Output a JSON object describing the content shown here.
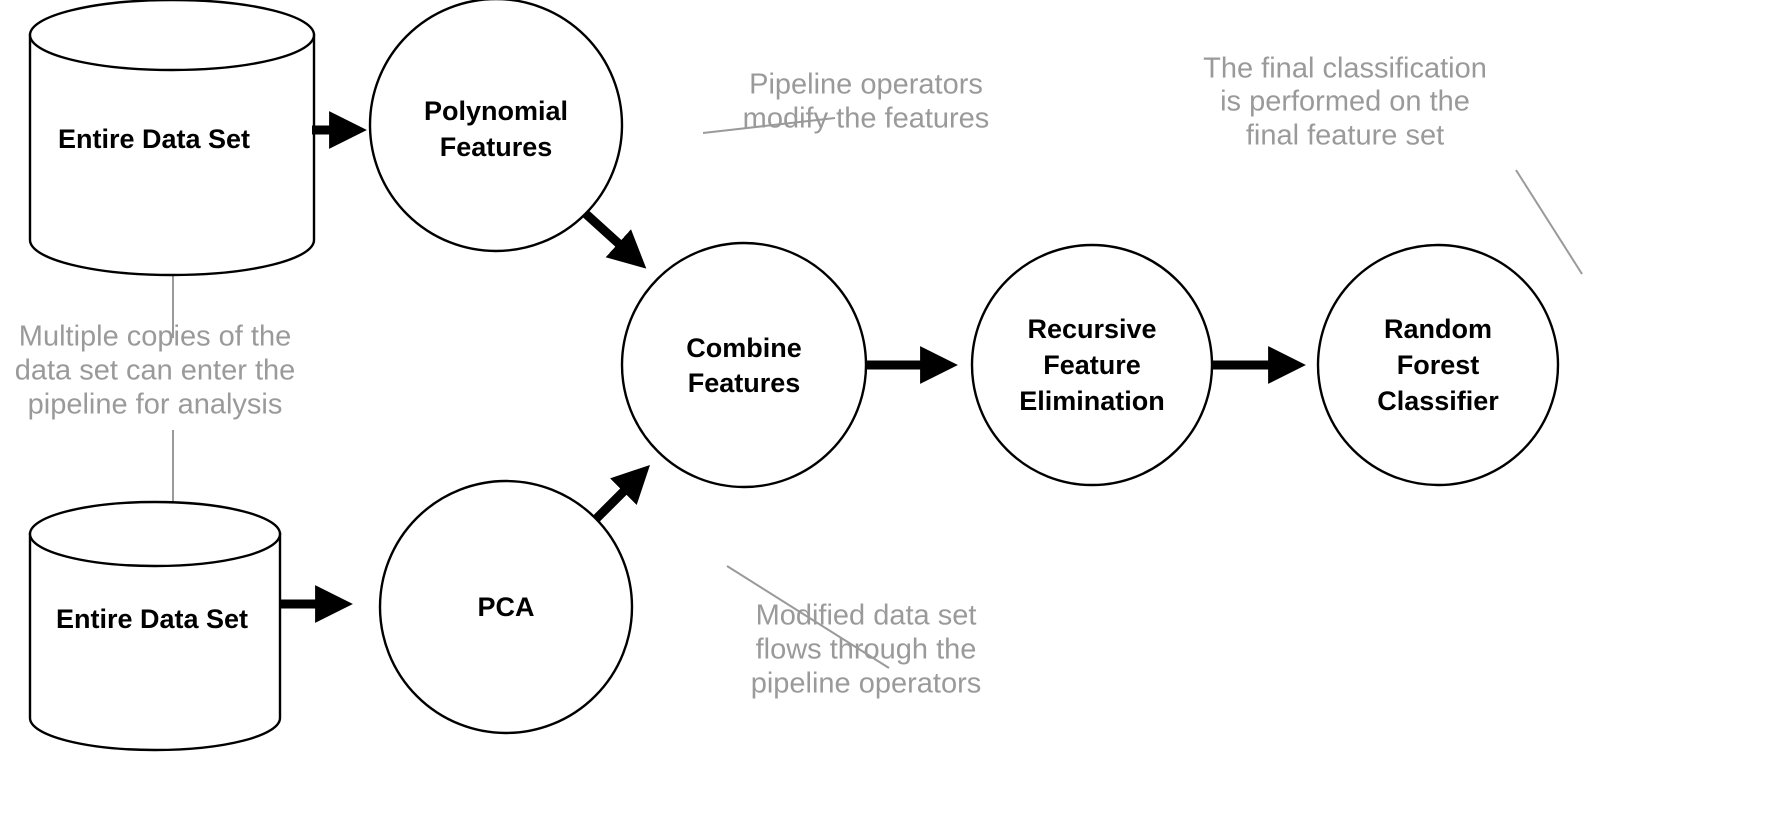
{
  "diagram": {
    "title": "Machine Learning Pipeline Diagram",
    "colors": {
      "shape_stroke": "#000000",
      "arrow": "#000000",
      "annotation_text": "#9a9a9a",
      "leader_line": "#9a9a9a",
      "background": "#ffffff",
      "node_label": "#000000"
    },
    "datastores": [
      {
        "id": "datastore-top",
        "icon": "database-cylinder-icon",
        "label": "Entire Data Set"
      },
      {
        "id": "datastore-bottom",
        "icon": "database-cylinder-icon",
        "label": "Entire Data Set"
      }
    ],
    "operators": [
      {
        "id": "polynomial-features",
        "lines": [
          "Polynomial",
          "Features"
        ]
      },
      {
        "id": "pca",
        "lines": [
          "PCA"
        ]
      },
      {
        "id": "combine-features",
        "lines": [
          "Combine",
          "Features"
        ]
      },
      {
        "id": "recursive-feature-elimination",
        "lines": [
          "Recursive",
          "Feature",
          "Elimination"
        ]
      },
      {
        "id": "random-forest-classifier",
        "lines": [
          "Random",
          "Forest",
          "Classifier"
        ]
      }
    ],
    "annotations": [
      {
        "id": "annotation-multiple-copies",
        "lines": [
          "Multiple copies of the",
          "data set can enter the",
          "pipeline for analysis"
        ]
      },
      {
        "id": "annotation-pipeline-operators",
        "lines": [
          "Pipeline operators",
          "modify the features"
        ]
      },
      {
        "id": "annotation-final-classification",
        "lines": [
          "The final classification",
          "is performed on the",
          "final feature set"
        ]
      },
      {
        "id": "annotation-modified-data-set",
        "lines": [
          "Modified data set",
          "flows through the",
          "pipeline operators"
        ]
      }
    ],
    "flows": [
      {
        "id": "flow-top-datastore-to-polynomial",
        "from": "datastore-top",
        "to": "polynomial-features"
      },
      {
        "id": "flow-polynomial-to-combine",
        "from": "polynomial-features",
        "to": "combine-features"
      },
      {
        "id": "flow-bottom-datastore-to-pca",
        "from": "datastore-bottom",
        "to": "pca"
      },
      {
        "id": "flow-pca-to-combine",
        "from": "pca",
        "to": "combine-features"
      },
      {
        "id": "flow-combine-to-rfe",
        "from": "combine-features",
        "to": "recursive-feature-elimination"
      },
      {
        "id": "flow-rfe-to-random-forest",
        "from": "recursive-feature-elimination",
        "to": "random-forest-classifier"
      }
    ]
  }
}
